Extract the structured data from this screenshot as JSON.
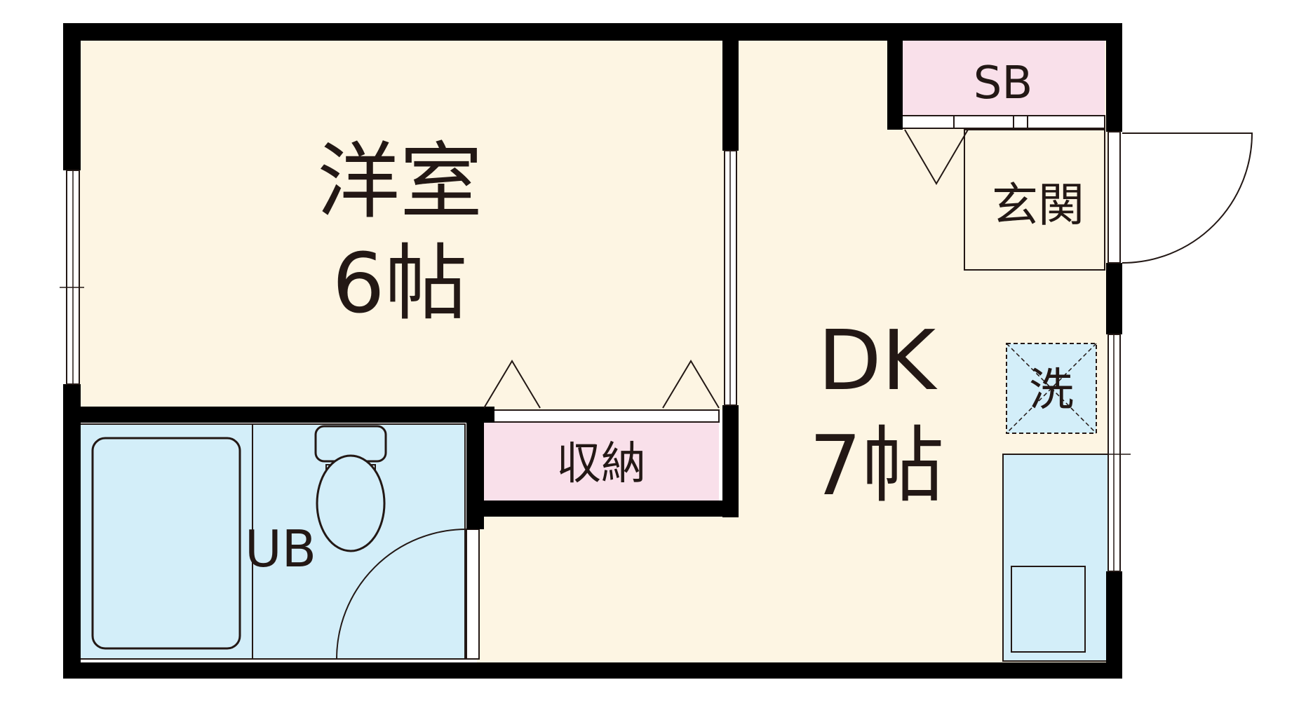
{
  "rooms": {
    "western": {
      "name": "洋室",
      "size": "6帖"
    },
    "dk": {
      "name": "DK",
      "size": "7帖"
    },
    "storage": {
      "name": "収納"
    },
    "bath": {
      "name": "UB"
    },
    "shoebox": {
      "name": "SB"
    },
    "entrance": {
      "name": "玄関"
    },
    "laundry": {
      "name": "洗"
    }
  },
  "colors": {
    "floor": "#fdf5e3",
    "storage": "#f9e0ea",
    "bath": "#d3eef9",
    "wall": "#000000",
    "line": "#231815"
  }
}
